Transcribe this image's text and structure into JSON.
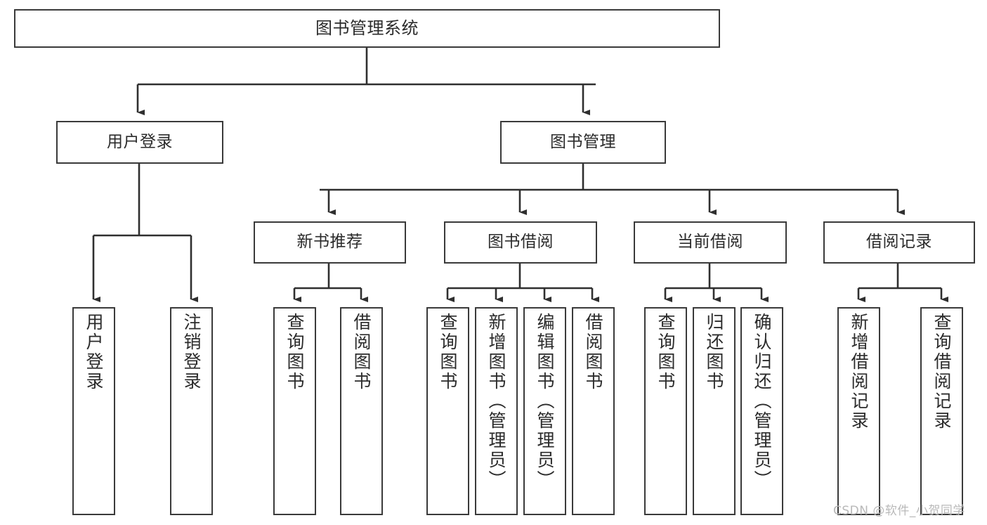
{
  "diagram": {
    "type": "tree",
    "title": "图书管理系统",
    "orientation": "top-down",
    "colors": {
      "box_border": "#3a3a3a",
      "box_fill": "#ffffff",
      "connector": "#2f2f2f",
      "text": "#2b2b2b",
      "watermark": "#b9b9b9",
      "background": "#ffffff"
    },
    "nodes": {
      "root": {
        "label": "图书管理系统",
        "level": 0,
        "orientation": "horizontal"
      },
      "level1": [
        {
          "id": "user-login",
          "label": "用户登录",
          "orientation": "horizontal"
        },
        {
          "id": "book-management",
          "label": "图书管理",
          "orientation": "horizontal"
        }
      ],
      "level2": [
        {
          "id": "new-book-recommend",
          "label": "新书推荐",
          "orientation": "horizontal",
          "parent": "book-management"
        },
        {
          "id": "book-borrow",
          "label": "图书借阅",
          "orientation": "horizontal",
          "parent": "book-management"
        },
        {
          "id": "current-borrow",
          "label": "当前借阅",
          "orientation": "horizontal",
          "parent": "book-management"
        },
        {
          "id": "borrow-record",
          "label": "借阅记录",
          "orientation": "horizontal",
          "parent": "book-management"
        }
      ],
      "leaves": [
        {
          "id": "leaf-user-login",
          "label": "用户登录",
          "orientation": "vertical",
          "parent": "user-login"
        },
        {
          "id": "leaf-logout-login",
          "label": "注销登录",
          "orientation": "vertical",
          "parent": "user-login"
        },
        {
          "id": "leaf-query-book-1",
          "label": "查询图书",
          "orientation": "vertical",
          "parent": "new-book-recommend"
        },
        {
          "id": "leaf-borrow-book-1",
          "label": "借阅图书",
          "orientation": "vertical",
          "parent": "new-book-recommend"
        },
        {
          "id": "leaf-query-book-2",
          "label": "查询图书",
          "orientation": "vertical",
          "parent": "book-borrow"
        },
        {
          "id": "leaf-add-book",
          "label": "新增图书（管理员）",
          "orientation": "vertical",
          "parent": "book-borrow"
        },
        {
          "id": "leaf-edit-book",
          "label": "编辑图书（管理员）",
          "orientation": "vertical",
          "parent": "book-borrow"
        },
        {
          "id": "leaf-borrow-book-2",
          "label": "借阅图书",
          "orientation": "vertical",
          "parent": "book-borrow"
        },
        {
          "id": "leaf-query-book-3",
          "label": "查询图书",
          "orientation": "vertical",
          "parent": "current-borrow"
        },
        {
          "id": "leaf-return-book",
          "label": "归还图书",
          "orientation": "vertical",
          "parent": "current-borrow"
        },
        {
          "id": "leaf-confirm-return",
          "label": "确认归还（管理员）",
          "orientation": "vertical",
          "parent": "current-borrow"
        },
        {
          "id": "leaf-add-record",
          "label": "新增借阅记录",
          "orientation": "vertical",
          "parent": "borrow-record"
        },
        {
          "id": "leaf-query-record",
          "label": "查询借阅记录",
          "orientation": "vertical",
          "parent": "borrow-record"
        }
      ]
    }
  },
  "watermark": {
    "text": "CSDN @软件_小贺同学"
  }
}
